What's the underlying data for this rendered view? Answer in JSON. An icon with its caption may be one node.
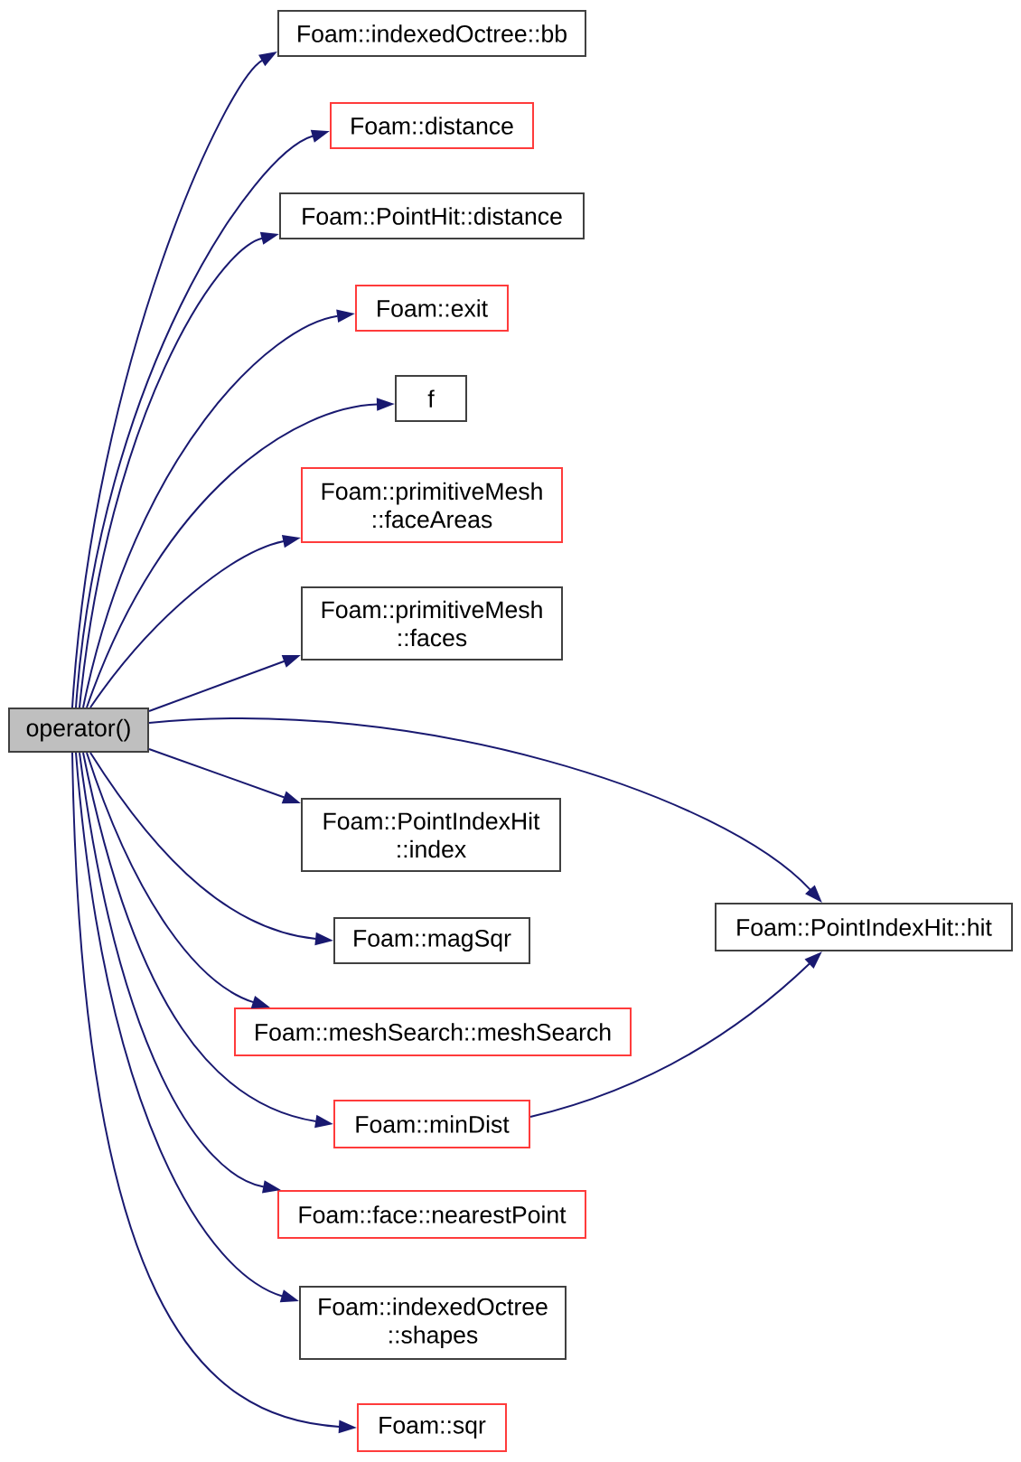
{
  "diagram": {
    "nodes": [
      {
        "text": [
          "operator()"
        ]
      },
      {
        "text": [
          "Foam::indexedOctree::bb"
        ]
      },
      {
        "text": [
          "Foam::distance"
        ]
      },
      {
        "text": [
          "Foam::PointHit::distance"
        ]
      },
      {
        "text": [
          "Foam::exit"
        ]
      },
      {
        "text": [
          "f"
        ]
      },
      {
        "text": [
          "Foam::primitiveMesh ::faceAreas"
        ]
      },
      {
        "text": [
          "Foam::primitiveMesh ::faces"
        ]
      },
      {
        "text": [
          "Foam::PointIndexHit ::index"
        ]
      },
      {
        "text": [
          "Foam::magSqr"
        ]
      },
      {
        "text": [
          "Foam::meshSearch::meshSearch"
        ]
      },
      {
        "text": [
          "Foam::minDist"
        ]
      },
      {
        "text": [
          "Foam::face::nearestPoint"
        ]
      },
      {
        "text": [
          "Foam::indexedOctree ::shapes"
        ]
      },
      {
        "text": [
          "Foam::sqr"
        ]
      },
      {
        "text": [
          "Foam::PointIndexHit::hit"
        ]
      }
    ],
    "edges": [
      {
        "from": 0,
        "to": 1,
        "arrow": "to"
      },
      {
        "from": 0,
        "to": 2,
        "arrow": "to"
      },
      {
        "from": 0,
        "to": 3,
        "arrow": "to"
      },
      {
        "from": 0,
        "to": 4,
        "arrow": "to"
      },
      {
        "from": 0,
        "to": 5,
        "arrow": "to"
      },
      {
        "from": 0,
        "to": 6,
        "arrow": "to"
      },
      {
        "from": 0,
        "to": 7,
        "arrow": "to"
      },
      {
        "from": 0,
        "to": 15,
        "arrow": "to"
      },
      {
        "from": 0,
        "to": 8,
        "arrow": "to"
      },
      {
        "from": 0,
        "to": 9,
        "arrow": "to"
      },
      {
        "from": 0,
        "to": 10,
        "arrow": "to"
      },
      {
        "from": 0,
        "to": 11,
        "arrow": "to"
      },
      {
        "from": 0,
        "to": 12,
        "arrow": "to"
      },
      {
        "from": 0,
        "to": 13,
        "arrow": "to"
      },
      {
        "from": 0,
        "to": 14,
        "arrow": "to"
      },
      {
        "from": 11,
        "to": 15,
        "arrow": "to"
      }
    ]
  }
}
